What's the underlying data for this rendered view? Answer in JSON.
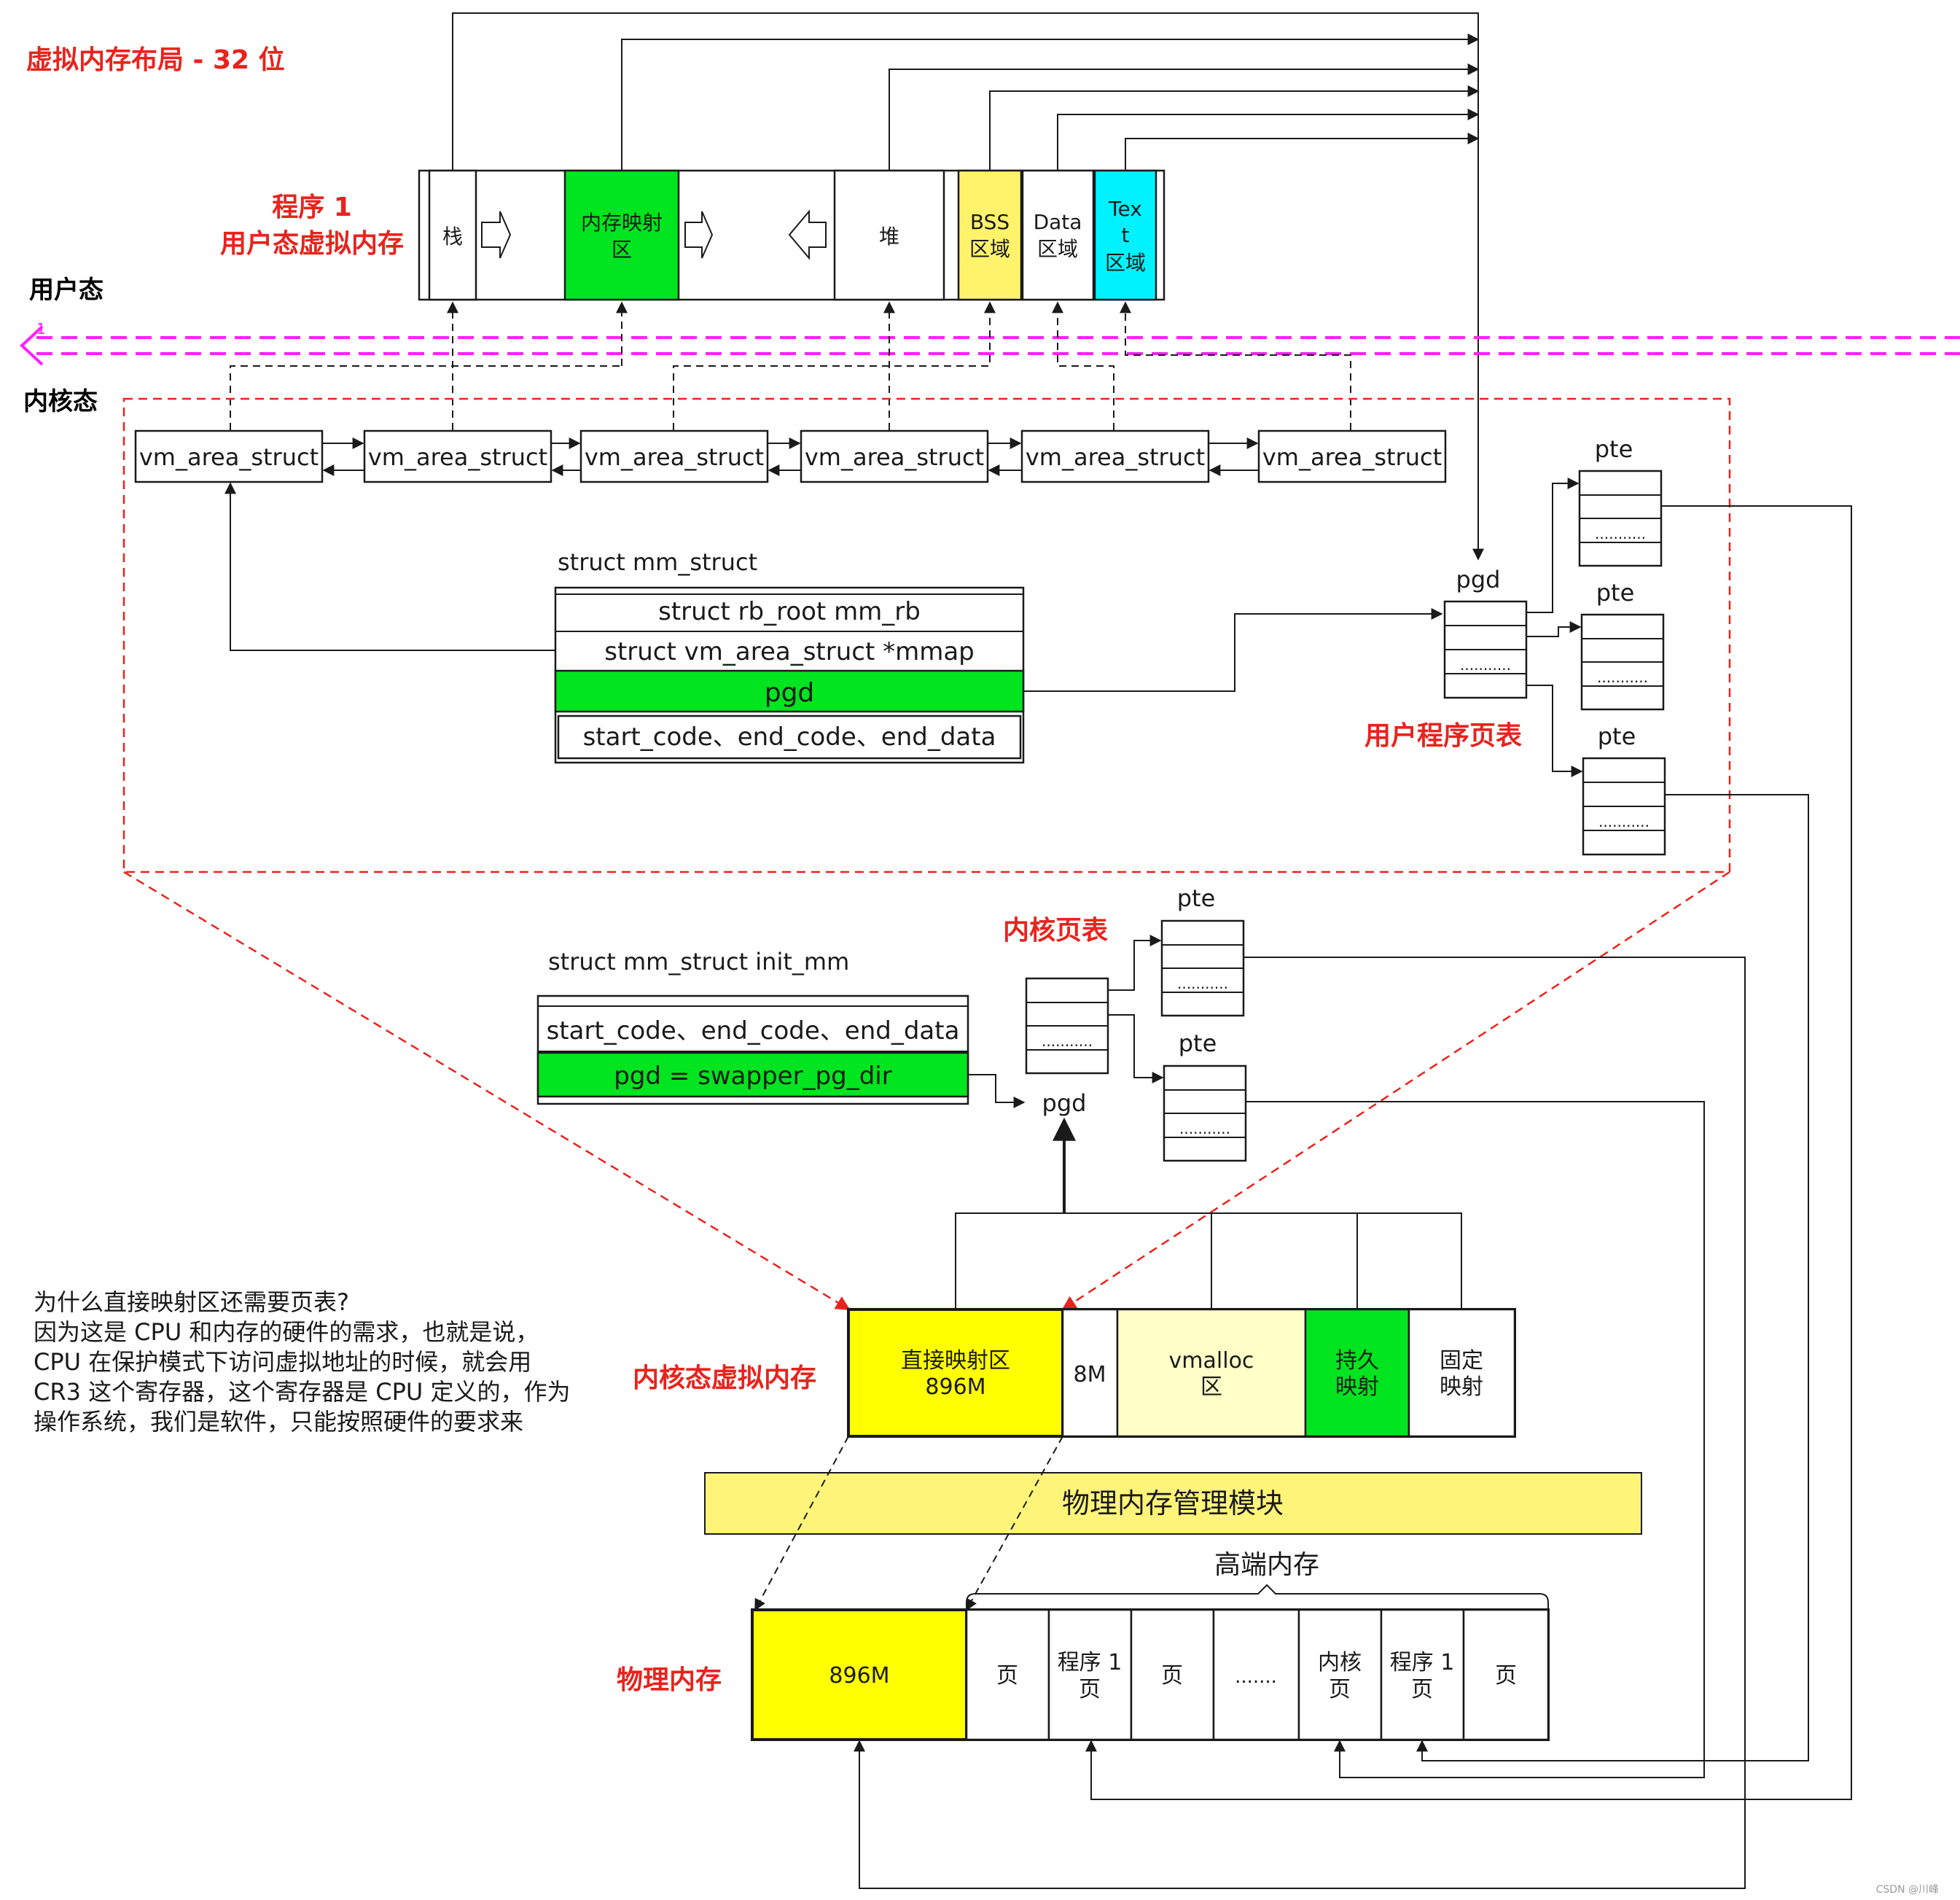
{
  "title": "虚拟内存布局 - 32 位",
  "labels": {
    "program_title_1": "程序 1",
    "program_title_2": "用户态虚拟内存",
    "user_mode": "用户态",
    "kernel_mode": "内核态",
    "user_page_table": "用户程序页表",
    "kernel_page_table": "内核页表",
    "kernel_virtual_memory": "内核态虚拟内存",
    "physical_memory": "物理内存",
    "high_memory": "高端内存",
    "separator_mark": "1"
  },
  "user_space_segments": [
    {
      "id": "stack",
      "label": "栈"
    },
    {
      "id": "mmap",
      "label_1": "内存映射",
      "label_2": "区"
    },
    {
      "id": "heap",
      "label": "堆"
    },
    {
      "id": "bss",
      "label_1": "BSS",
      "label_2": "区域"
    },
    {
      "id": "data",
      "label_1": "Data",
      "label_2": "区域"
    },
    {
      "id": "text",
      "label_1": "Tex",
      "label_2": "t",
      "label_3": "区域"
    }
  ],
  "vm_area_structs": [
    "vm_area_struct",
    "vm_area_struct",
    "vm_area_struct",
    "vm_area_struct",
    "vm_area_struct",
    "vm_area_struct"
  ],
  "mm_struct": {
    "title": "struct mm_struct",
    "fields": [
      "struct rb_root mm_rb",
      "struct vm_area_struct *mmap",
      "pgd",
      "start_code、end_code、end_data"
    ]
  },
  "init_mm": {
    "title": "struct mm_struct   init_mm",
    "fields": [
      "start_code、end_code、end_data",
      "pgd = swapper_pg_dir"
    ]
  },
  "page_table": {
    "pgd_label": "pgd",
    "pte_label": "pte",
    "ellipsis": "..........."
  },
  "kernel_space_segments": [
    {
      "id": "direct",
      "label_1": "直接映射区",
      "label_2": "896M"
    },
    {
      "id": "gap",
      "label": "8M"
    },
    {
      "id": "vmalloc",
      "label_1": "vmalloc",
      "label_2": "区"
    },
    {
      "id": "persistent",
      "label_1": "持久",
      "label_2": "映射"
    },
    {
      "id": "fixed",
      "label_1": "固定",
      "label_2": "映射"
    }
  ],
  "physical_manager": "物理内存管理模块",
  "physical_segments": [
    {
      "id": "low",
      "label": "896M"
    },
    {
      "id": "p1",
      "label": "页"
    },
    {
      "id": "p2",
      "label_1": "程序 1",
      "label_2": "页"
    },
    {
      "id": "p3",
      "label": "页"
    },
    {
      "id": "p4",
      "label": "......."
    },
    {
      "id": "p5",
      "label_1": "内核",
      "label_2": "页"
    },
    {
      "id": "p6",
      "label_1": "程序 1",
      "label_2": "页"
    },
    {
      "id": "p7",
      "label": "页"
    }
  ],
  "note": [
    "为什么直接映射区还需要页表?",
    "因为这是 CPU 和内存的硬件的需求，也就是说，",
    "CPU 在保护模式下访问虚拟地址的时候，就会用",
    "CR3 这个寄存器，这个寄存器是 CPU 定义的，作为",
    "操作系统，我们是软件，只能按照硬件的要求来"
  ],
  "watermark": "CSDN @川峰",
  "colors": {
    "green": "#00e51f",
    "yellow": "#ffff00",
    "bss_yellow": "#fff36b",
    "cyan": "#00f2ff",
    "pale_yellow": "#ffffc8",
    "manager_yellow": "#fff47a",
    "red": "#e8231d",
    "magenta": "#ff1fff"
  }
}
